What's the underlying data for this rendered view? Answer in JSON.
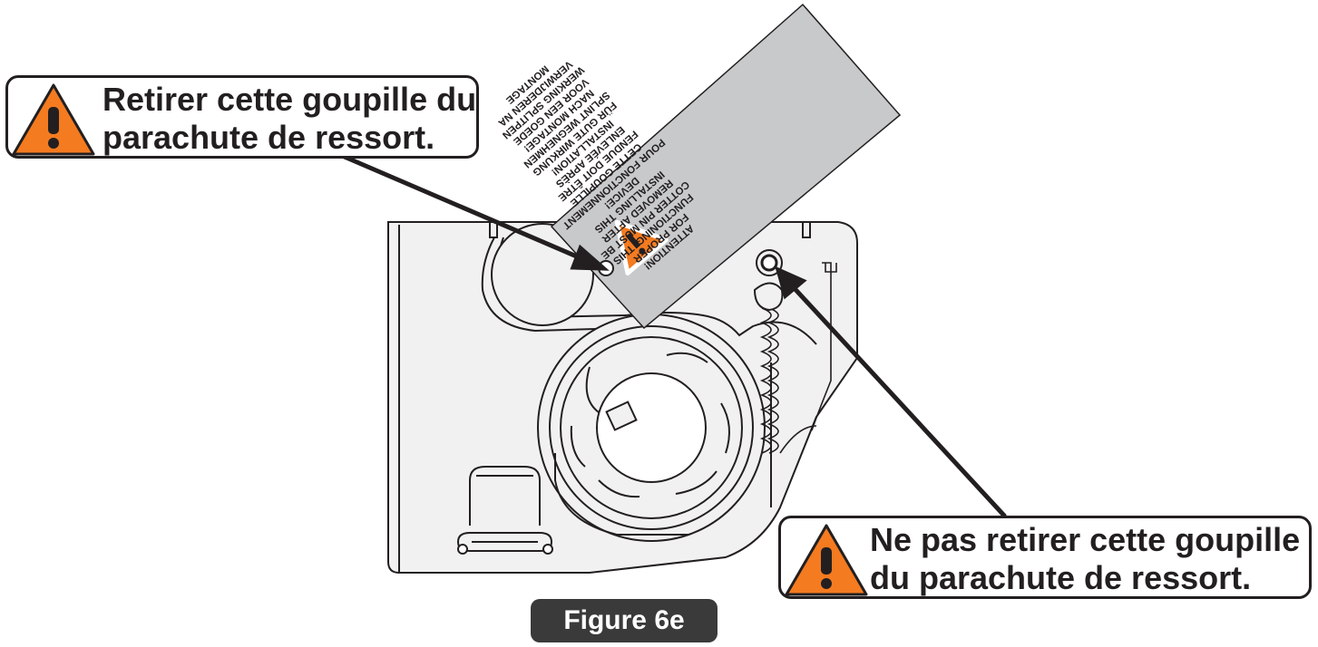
{
  "callouts": {
    "top": {
      "line1": "Retirer cette goupille du",
      "line2": "parachute de ressort."
    },
    "bottom": {
      "line1": "Ne pas retirer cette goupille",
      "line2": "du parachute de ressort."
    }
  },
  "tag": {
    "lines": [
      "ATTENTION!",
      "FOR PROPER",
      "FUNCTIONING, THIS",
      "COTTER PIN MUST BE",
      "REMOVED AFTER",
      "INSTALLING THIS",
      "DEVICE!",
      "POUR FONCTIONNEMENT",
      "CETTE GOUPILLE",
      "FENDUE DOIT ÊTRE",
      "ENLEVÉE APRÈS",
      "INSTALLATION!",
      "FÜR GUTE WIRKUNG",
      "SPLINT WEGNEHMEN",
      "NACH MONTAGE!",
      "VOOR EEN GOEDE",
      "WERKING SPLITPEN",
      "VERWIJDEREN NA",
      "MONTAGE"
    ]
  },
  "figure_label": "Figure 6e",
  "colors": {
    "warning_orange": "#f47b20",
    "outline": "#231f20",
    "tag_gray": "#c8c9cb",
    "part_fill": "#f1f1f2",
    "label_bg": "#3a3a3a"
  },
  "icons": [
    "warning-triangle-icon",
    "warning-triangle-icon",
    "tag-warning-icon"
  ]
}
